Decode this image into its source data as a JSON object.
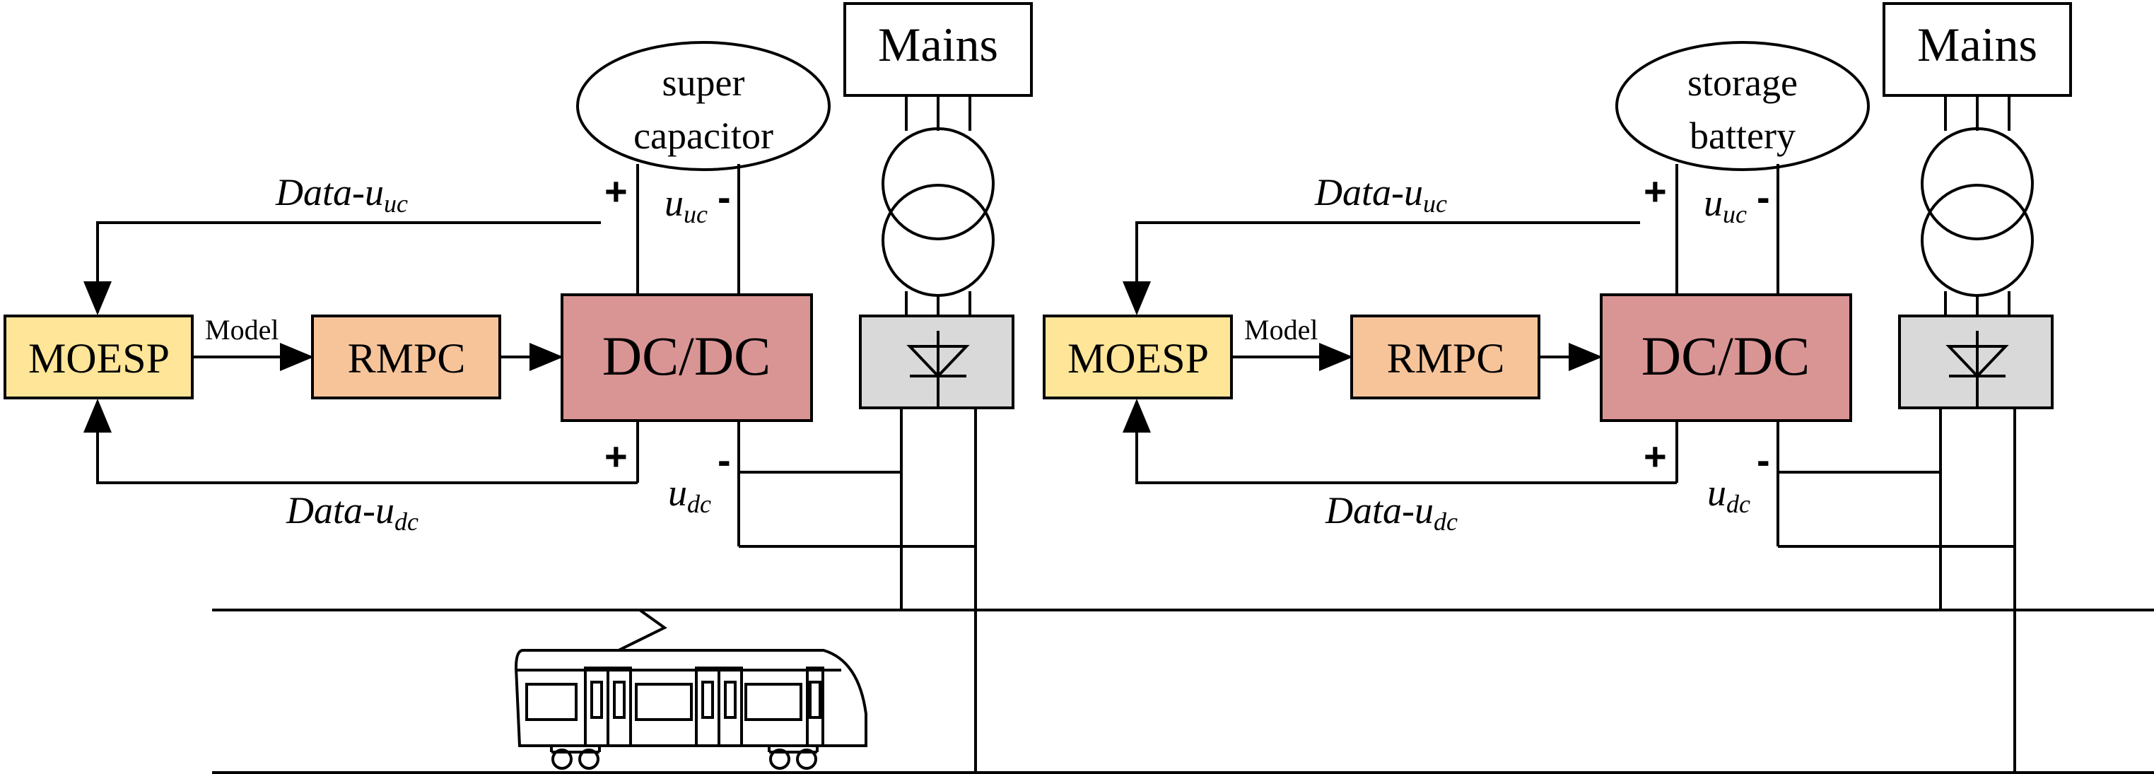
{
  "colors": {
    "moesp": "#ffe598",
    "rmpc": "#f7c49a",
    "dcdc": "#d99594",
    "rectifier": "#d9d9d9",
    "line": "#000000"
  },
  "left": {
    "mains": "Mains",
    "storage_line1": "super",
    "storage_line2": "capacitor",
    "moesp": "MOESP",
    "model_label": "Model",
    "rmpc": "RMPC",
    "dcdc": "DC/DC",
    "data_uuc": {
      "pre": "Data-",
      "var": "u",
      "sub": "uc"
    },
    "data_udc": {
      "pre": "Data-",
      "var": "u",
      "sub": "dc"
    },
    "uuc": {
      "var": "u",
      "sub": "uc"
    },
    "udc": {
      "var": "u",
      "sub": "dc"
    },
    "plus": "+",
    "minus": "-"
  },
  "right": {
    "mains": "Mains",
    "storage_line1": "storage",
    "storage_line2": "battery",
    "moesp": "MOESP",
    "model_label": "Model",
    "rmpc": "RMPC",
    "dcdc": "DC/DC",
    "data_uuc": {
      "pre": "Data-",
      "var": "u",
      "sub": "uc"
    },
    "data_udc": {
      "pre": "Data-",
      "var": "u",
      "sub": "dc"
    },
    "uuc": {
      "var": "u",
      "sub": "uc"
    },
    "udc": {
      "var": "u",
      "sub": "dc"
    },
    "plus": "+",
    "minus": "-"
  },
  "icons": {
    "transformer": "transformer-icon",
    "rectifier": "diode-rectifier-icon",
    "train": "tram-train-icon"
  }
}
